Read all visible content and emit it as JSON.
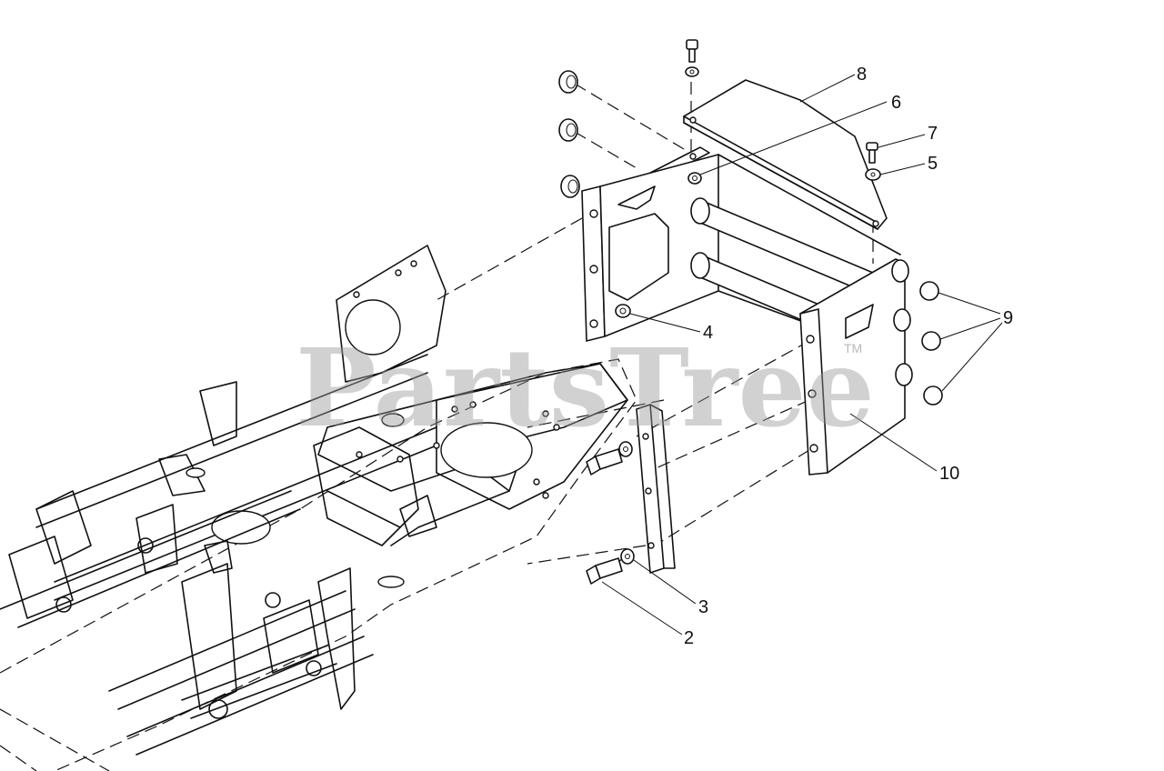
{
  "watermark": {
    "text": "PartsTree",
    "trademark": "TM"
  },
  "callouts": [
    {
      "id": "callout-8",
      "label": "8"
    },
    {
      "id": "callout-6",
      "label": "6"
    },
    {
      "id": "callout-7",
      "label": "7"
    },
    {
      "id": "callout-5",
      "label": "5"
    },
    {
      "id": "callout-9",
      "label": "9"
    },
    {
      "id": "callout-4",
      "label": "4"
    },
    {
      "id": "callout-10",
      "label": "10"
    },
    {
      "id": "callout-3",
      "label": "3"
    },
    {
      "id": "callout-2",
      "label": "2"
    }
  ]
}
